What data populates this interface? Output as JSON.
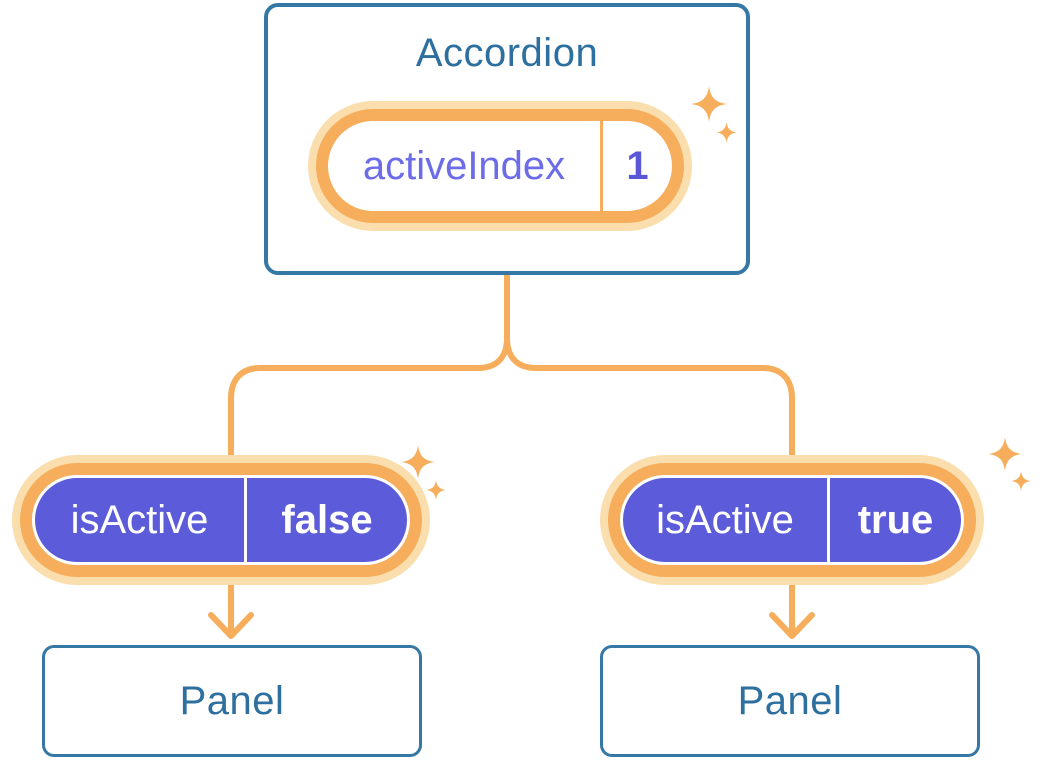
{
  "accordion": {
    "title": "Accordion",
    "state": {
      "label": "activeIndex",
      "value": "1"
    }
  },
  "children": [
    {
      "prop": {
        "label": "isActive",
        "value": "false"
      },
      "panel_label": "Panel"
    },
    {
      "prop": {
        "label": "isActive",
        "value": "true"
      },
      "panel_label": "Panel"
    }
  ],
  "icons": {
    "sparkle": "four-point-sparkle-star"
  },
  "colors": {
    "background": "#FFFFFF",
    "card_border_blue": "#3578A6",
    "heading_text_blue": "#2D6F9E",
    "connector_orange": "#F6AE5C",
    "glow_orange": "#FBDEAE",
    "pill_purple": "#5C5CDB",
    "state_label_purple": "#6C6CE8",
    "state_value_purple": "#5B58D6",
    "pill_text_white": "#FFFFFF"
  }
}
